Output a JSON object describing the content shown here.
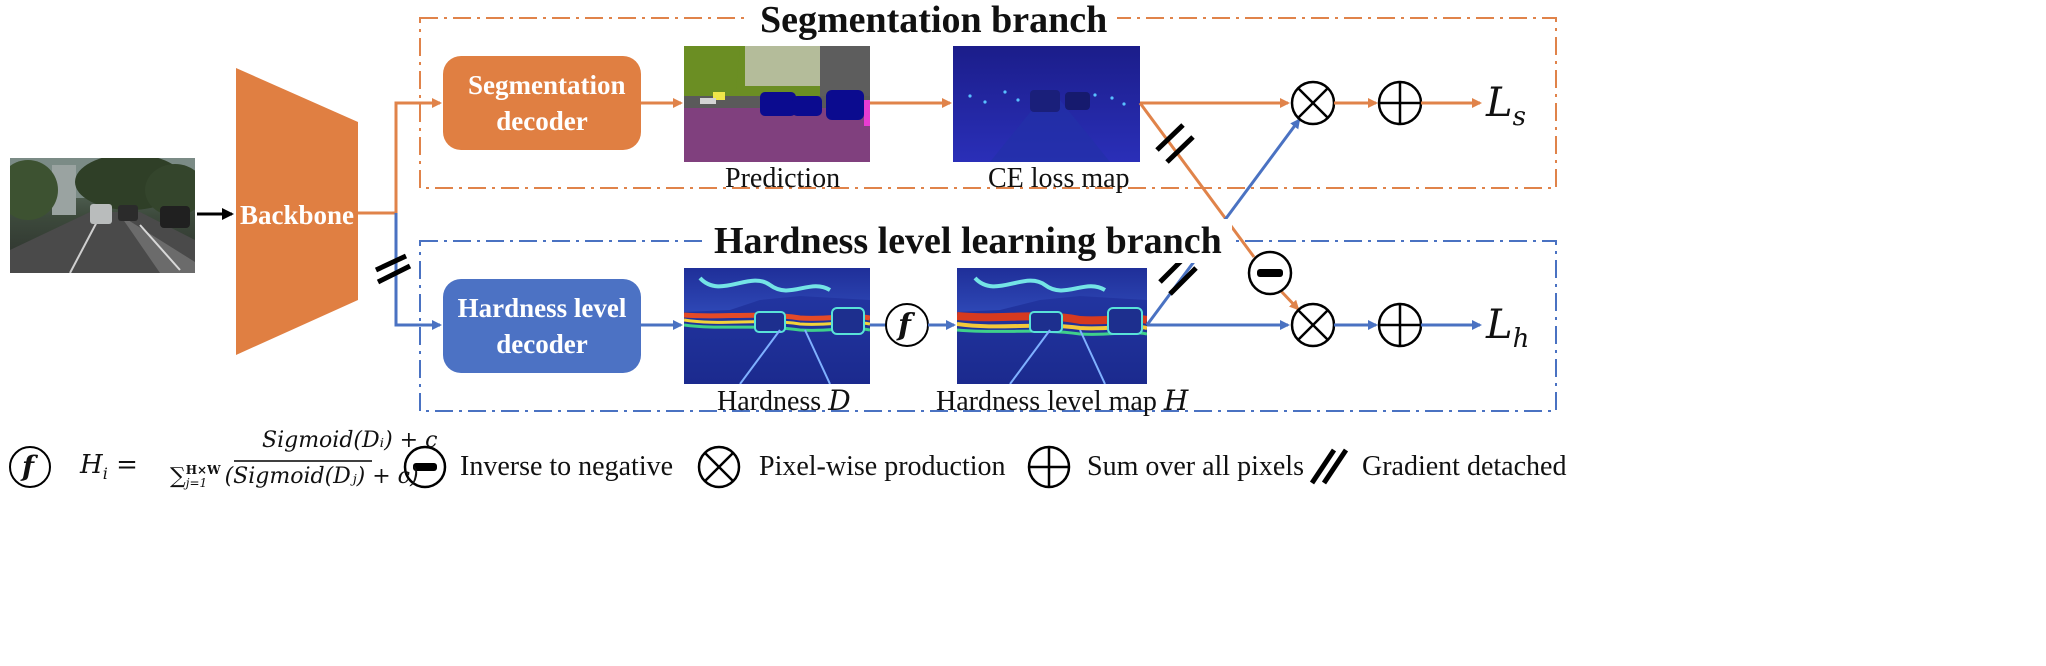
{
  "segmentation_branch": {
    "title": "Segmentation branch",
    "decoder_label": "Segmentation decoder",
    "prediction_caption": "Prediction",
    "ce_caption": "CE loss map",
    "loss_symbol": "L",
    "loss_subscript": "s"
  },
  "hardness_branch": {
    "title": "Hardness level learning branch",
    "decoder_label": "Hardness level decoder",
    "hardness_caption": "Hardness",
    "hardness_symbol": "D",
    "level_map_caption": "Hardness level map",
    "level_map_symbol": "H",
    "loss_symbol": "L",
    "loss_subscript": "h"
  },
  "backbone": {
    "label": "Backbone"
  },
  "f_symbol": "f",
  "legend": {
    "formula_lhs": "H",
    "formula_lhs_sub": "i",
    "formula_numerator": "Sigmoid(Dᵢ) + c",
    "formula_sum": "∑",
    "formula_sum_upper": "H×W",
    "formula_sum_lower": "j=1",
    "formula_denominator": "(Sigmoid(Dⱼ) + c)",
    "inverse": "Inverse to negative",
    "pixelwise": "Pixel-wise production",
    "sum_pixels": "Sum over all pixels",
    "detached": "Gradient detached"
  },
  "colors": {
    "orange": "#E0834A",
    "blue": "#4A72C2",
    "blue_box": "#4C72C4",
    "orange_box": "#E07F42",
    "deep_blue": "#1A1A8C"
  }
}
